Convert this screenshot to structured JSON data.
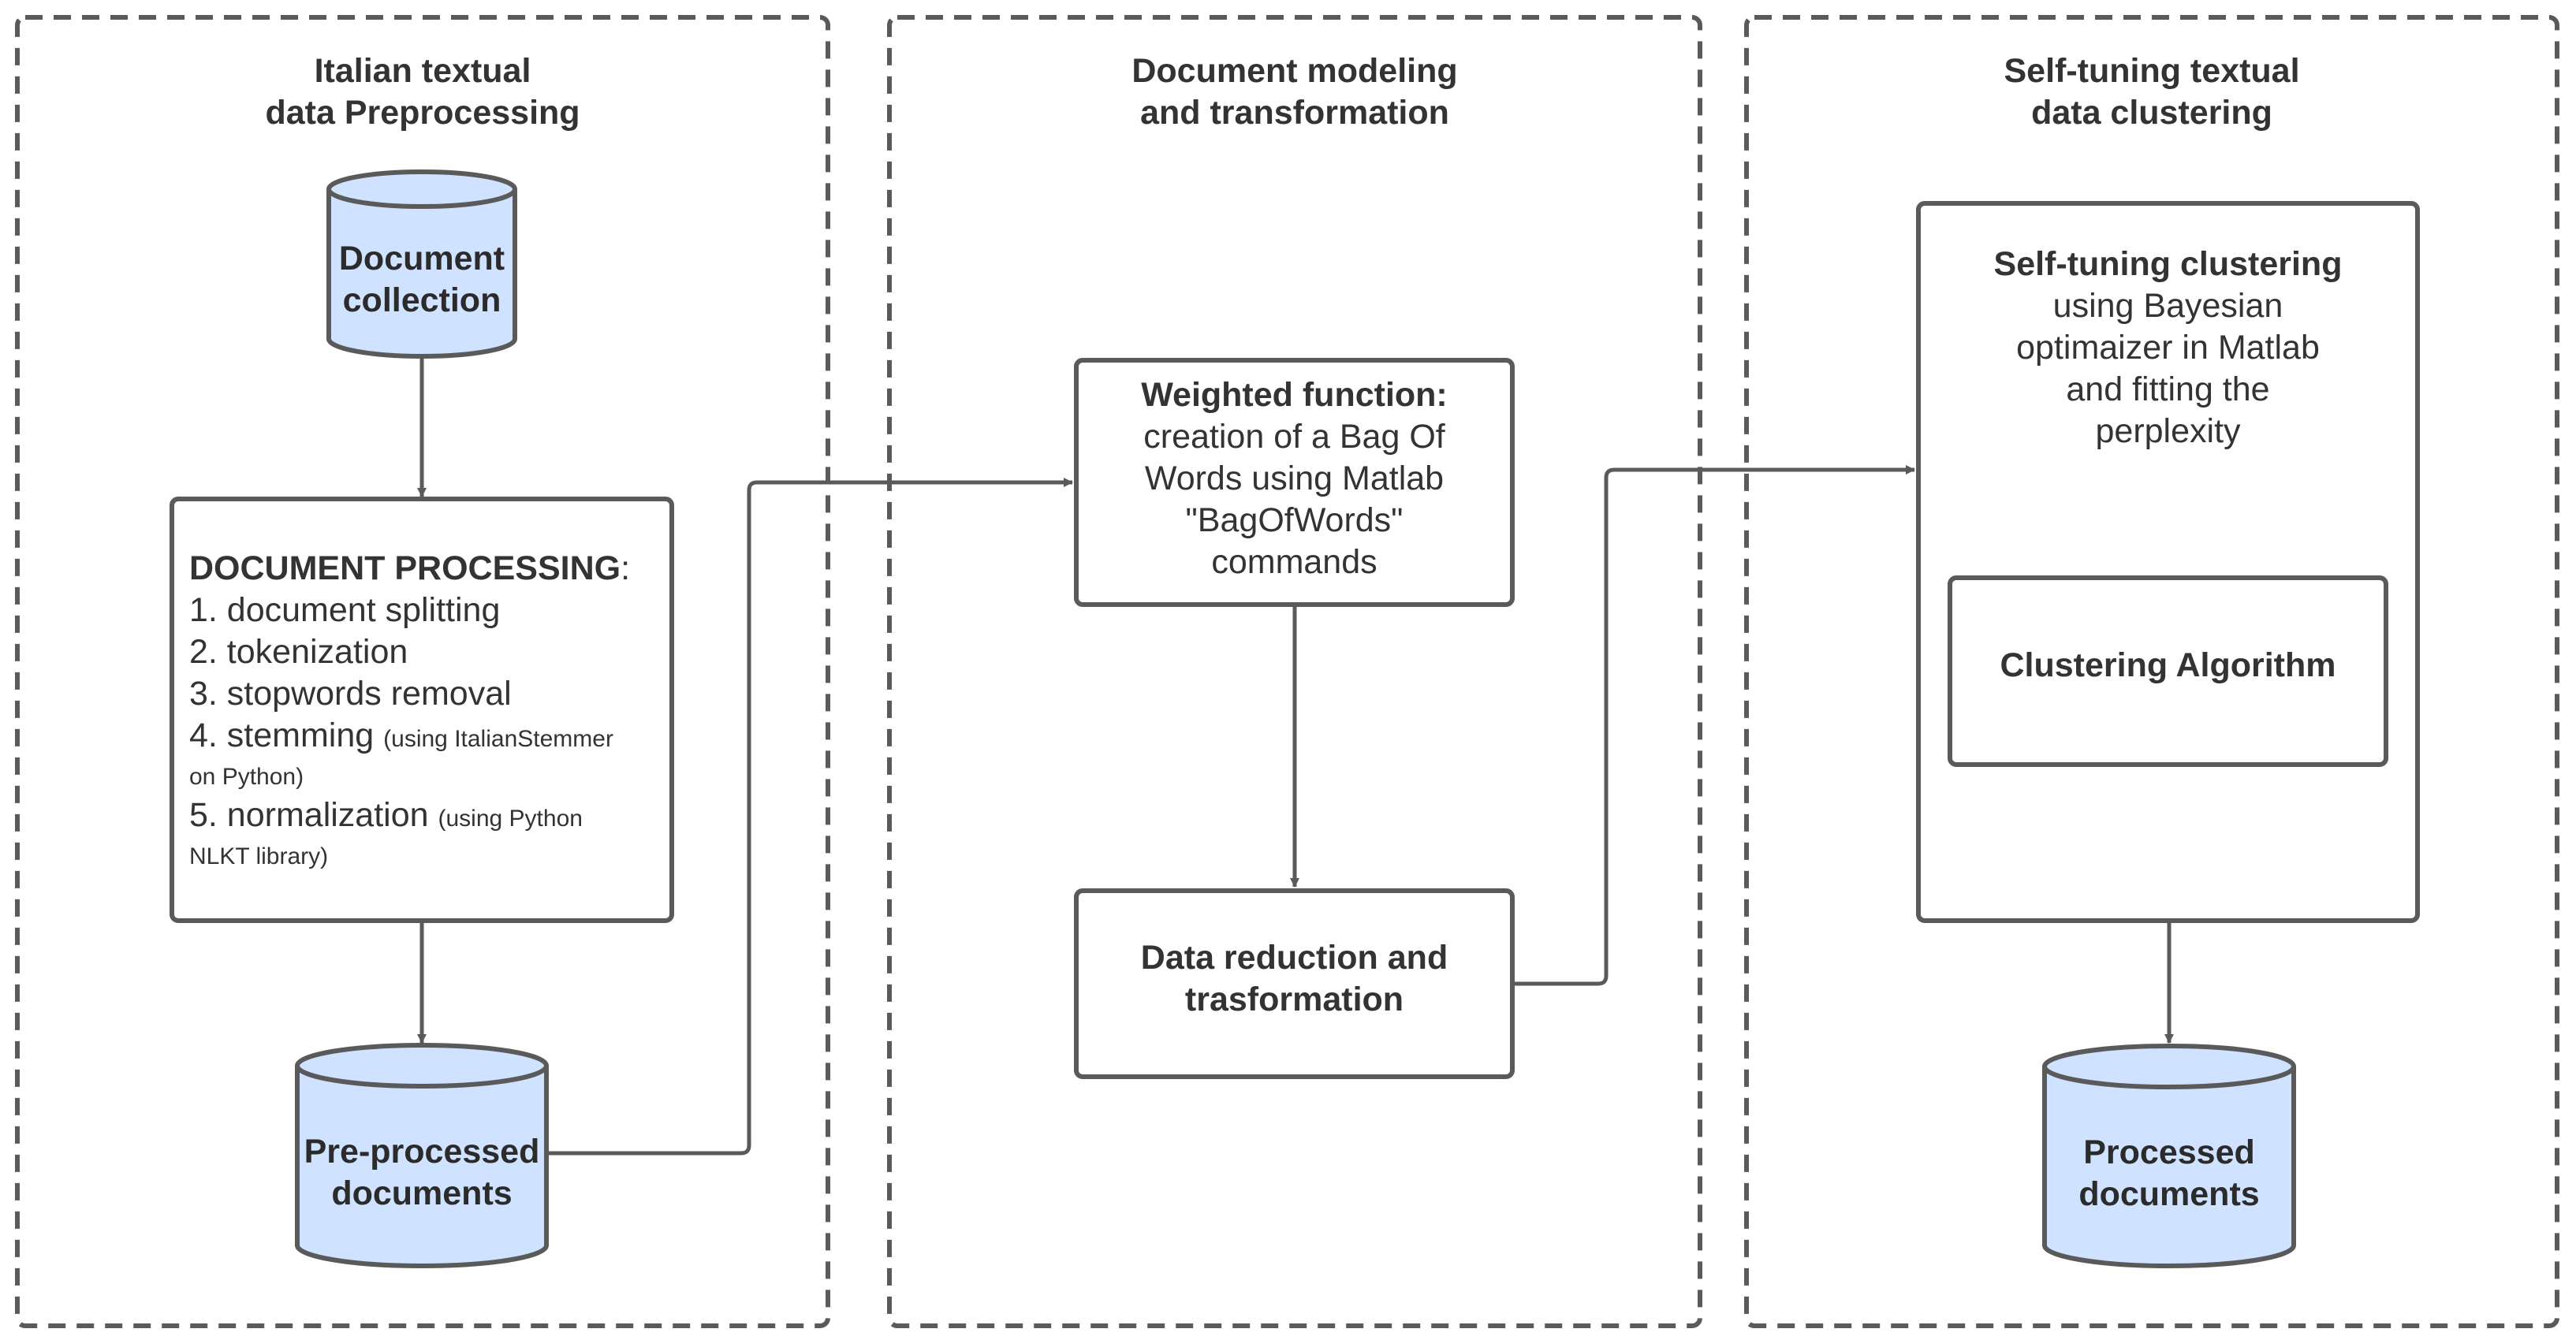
{
  "panels": [
    {
      "title_line1": "Italian textual",
      "title_line2": "data Preprocessing"
    },
    {
      "title_line1": "Document modeling",
      "title_line2": "and transformation"
    },
    {
      "title_line1": "Self-tuning textual",
      "title_line2": "data clustering"
    }
  ],
  "nodes": {
    "document_collection": {
      "line1": "Document",
      "line2": "collection"
    },
    "document_processing": {
      "heading": "DOCUMENT PROCESSING",
      "heading_suffix": ":",
      "step1": "1. document splitting",
      "step2": "2. tokenization",
      "step3": "3. stopwords removal",
      "step4": "4. stemming",
      "step4_note_a": "(using ItalianStemmer",
      "step4_note_b": "on Python)",
      "step5": "5. normalization",
      "step5_note_a": "(using Python",
      "step5_note_b": "NLKT library)"
    },
    "preprocessed_documents": {
      "line1": "Pre-processed",
      "line2": "documents"
    },
    "weighted_function": {
      "title": "Weighted function:",
      "line2": "creation of a Bag Of",
      "line3": "Words using Matlab",
      "line4": "\"BagOfWords\"",
      "line5": "commands"
    },
    "data_reduction": {
      "line1": "Data reduction and",
      "line2": "trasformation"
    },
    "self_tuning": {
      "title": "Self-tuning clustering",
      "line2": "using Bayesian",
      "line3": "optimaizer in Matlab",
      "line4": "and fitting the",
      "line5": "perplexity"
    },
    "clustering_algorithm": {
      "label": "Clustering Algorithm"
    },
    "processed_documents": {
      "line1": "Processed",
      "line2": "documents"
    }
  },
  "colors": {
    "cylinder_fill": "#cfe2ff",
    "stroke": "#5a5a5a",
    "panel_border": "#5a5a5a",
    "text": "#333333"
  }
}
